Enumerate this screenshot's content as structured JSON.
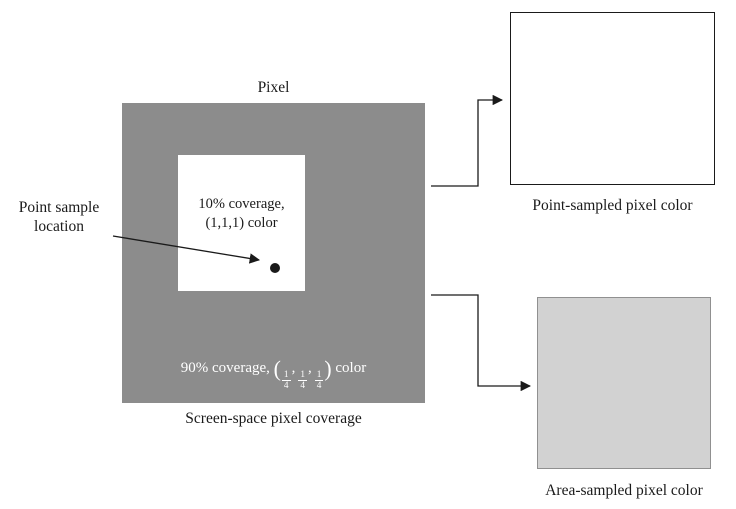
{
  "figure": {
    "pixel_label": "Pixel",
    "point_sample_label": {
      "line1": "Point sample",
      "line2": "location"
    },
    "inner_region": {
      "line1": "10% coverage,",
      "line2": "(1,1,1) color"
    },
    "area_coverage": {
      "prefix": "90% coverage,",
      "open_paren": "(",
      "fraction": {
        "num": "1",
        "den": "4"
      },
      "comma": ",",
      "close_paren": ")",
      "suffix": "color"
    },
    "screen_space_caption": "Screen-space pixel coverage",
    "point_sampled_caption": "Point-sampled pixel color",
    "area_sampled_caption": "Area-sampled pixel color"
  },
  "colors": {
    "pixel_gray": "#8c8c8c",
    "area_gray": "#d2d2d2",
    "ink": "#1a1a1a",
    "white": "#ffffff"
  }
}
